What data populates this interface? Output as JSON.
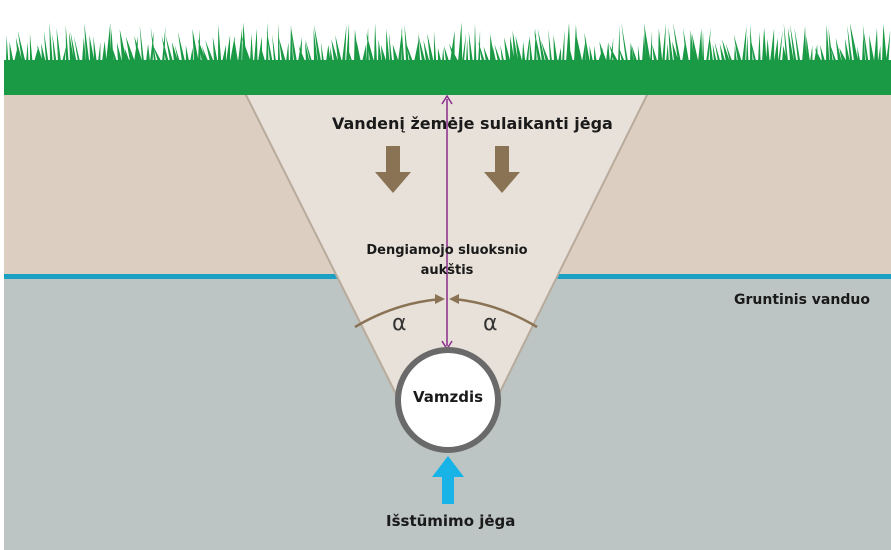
{
  "labels": {
    "retaining_force": "Vandenį žemėje sulaikanti jėga",
    "cover_height_line1": "Dengiamojo sluoksnio",
    "cover_height_line2": "aukštis",
    "groundwater": "Gruntinis vanduo",
    "pipe": "Vamzdis",
    "buoyancy_force": "Išstūmimo jėga",
    "angle_left": "α",
    "angle_right": "α"
  },
  "colors": {
    "grass": "#1a9a45",
    "soil": "#dccfc2",
    "wedge": "#e8e1d9",
    "groundwater_zone": "#bcc5c3",
    "water_line": "#1ba0c4",
    "force_arrow": "#8a7355",
    "height_line": "#8a2b8c",
    "buoyancy_arrow": "#18b4e8",
    "pipe_outline": "#666666"
  }
}
